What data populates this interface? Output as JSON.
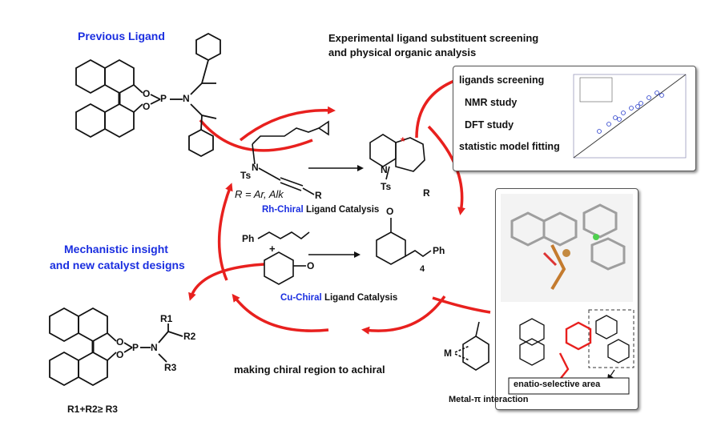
{
  "previous_ligand_title": "Previous Ligand",
  "screening_title_line1": "Experimental ligand substituent screening",
  "screening_title_line2": "and physical organic analysis",
  "analysis_items": [
    "ligands screening",
    "NMR study",
    "DFT study",
    "statistic model fitting"
  ],
  "mechanistic_line1": "Mechanistic insight",
  "mechanistic_line2": "and new catalyst designs",
  "achiral_text": "making chiral region to achiral",
  "metal_pi_label": "Metal-π interaction",
  "enantio_label": "enatio-selective area",
  "rxn1_condition": "R = Ar, Alk",
  "rxn1_label_colored": "Rh-Chiral",
  "rxn1_label_rest": " Ligand Catalysis",
  "rxn2_label_colored": "Cu-Chiral",
  "rxn2_label_rest": " Ligand Catalysis",
  "new_ligand_condition": "R1+R2≥ R3",
  "atoms": {
    "O": "O",
    "P": "P",
    "N": "N",
    "Ts": "Ts",
    "R": "R",
    "Ph": "Ph",
    "R1": "R1",
    "R2": "R2",
    "R3": "R3",
    "M": "M",
    "plus": "+",
    "n4": "4",
    "star": "*"
  },
  "colors": {
    "arrow_red": "#e8201e",
    "title_blue": "#1a2ee0",
    "cycle_red": "#e8201e"
  }
}
